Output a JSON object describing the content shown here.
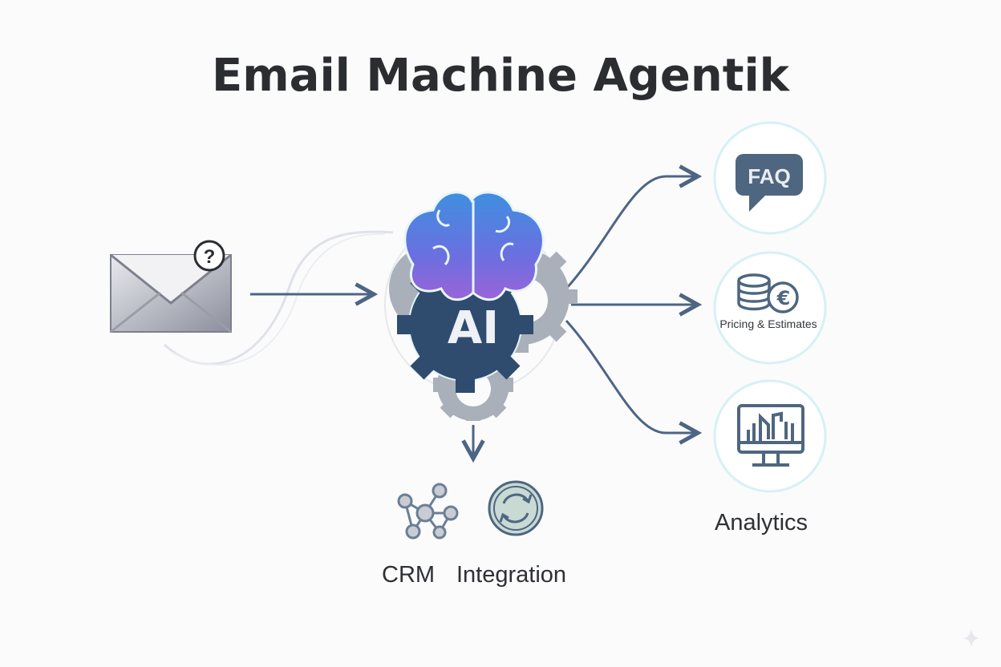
{
  "title": "Email Machine Agentik",
  "center": {
    "label": "AI"
  },
  "outputs": {
    "faq": {
      "label": "FAQ"
    },
    "pricing": {
      "label": "Pricing & Estimates",
      "currency_symbol": "€"
    },
    "analytics": {
      "label": "Analytics"
    }
  },
  "bottom": {
    "crm_label": "CRM",
    "integration_label": "Integration"
  },
  "email": {
    "badge": "?"
  },
  "colors": {
    "arrow": "#4d6585",
    "gear_dark": "#2f4c6f",
    "gear_light": "#a9b0ba",
    "circle": "#d6f1f4",
    "icon": "#4e6680"
  }
}
